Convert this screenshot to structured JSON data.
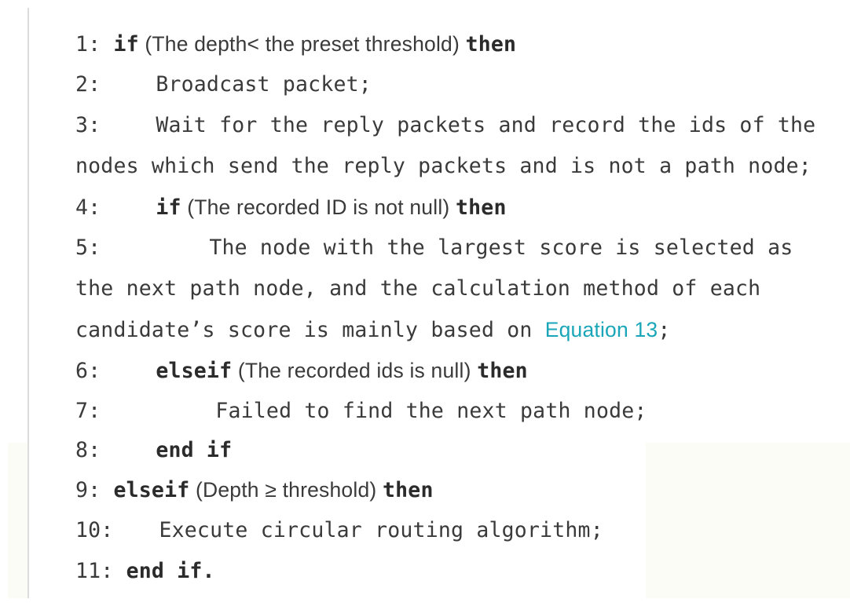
{
  "lines": [
    {
      "num": "1:",
      "kw1": "if",
      "text": " (The depth< the preset threshold) ",
      "kw2": "then"
    },
    {
      "num": "2:",
      "text": "Broadcast packet;"
    },
    {
      "num": "3:",
      "text": "Wait for the reply packets and record the ids of the"
    },
    {
      "text": "nodes which send the reply packets and is not a path node;"
    },
    {
      "num": "4:",
      "kw1": "if",
      "text": " (The recorded ID is not null) ",
      "kw2": "then"
    },
    {
      "num": "5:",
      "text": "The node with the largest score is selected as"
    },
    {
      "text": "the next path node, and the calculation method of each"
    },
    {
      "text": "candidate’s score is mainly based on ",
      "ref": "Equation 13",
      "tail": ";"
    },
    {
      "num": "6:",
      "kw1": "elseif",
      "text": " (The recorded ids is null) ",
      "kw2": "then"
    },
    {
      "num": "7:",
      "text": "Failed to find the next path node;"
    },
    {
      "num": "8:",
      "kw1": "end if"
    },
    {
      "num": "9:",
      "kw1": "elseif",
      "text": " (Depth ≥ threshold) ",
      "kw2": "then"
    },
    {
      "num": "10:",
      "text": "Execute circular routing algorithm;"
    },
    {
      "num": "11:",
      "kw1": "end if."
    }
  ]
}
